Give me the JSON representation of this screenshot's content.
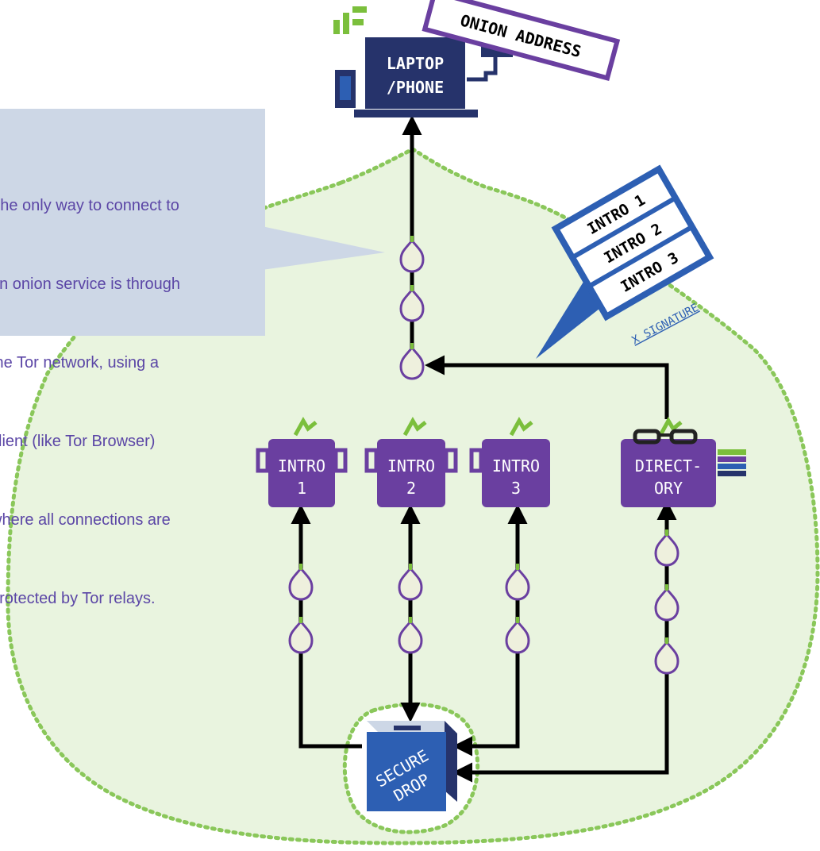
{
  "callout": {
    "lines": [
      "The only way to connect to",
      "an onion service is through",
      "the Tor network, using a",
      "client (like Tor Browser)",
      "where all connections are",
      "protected by Tor relays."
    ]
  },
  "laptop": {
    "line1": "LAPTOP",
    "line2": "/PHONE"
  },
  "onion_address": {
    "label": "ONION ADDRESS"
  },
  "descriptor_card": {
    "items": [
      "INTRO 1",
      "INTRO 2",
      "INTRO 3"
    ],
    "signature": "X SIGNATURE"
  },
  "nodes": {
    "intro1": {
      "line1": "INTRO",
      "line2": "1"
    },
    "intro2": {
      "line1": "INTRO",
      "line2": "2"
    },
    "intro3": {
      "line1": "INTRO",
      "line2": "3"
    },
    "directory": {
      "line1": "DIRECT-",
      "line2": "ORY"
    }
  },
  "securedrop": {
    "line1": "SECURE",
    "line2": "DROP"
  },
  "colors": {
    "navy": "#26336b",
    "purple": "#6a3fa0",
    "green": "#7bbf3c",
    "network_fill": "#e9f4df",
    "callout": "#cdd7e6",
    "blue": "#2d5fb3",
    "callout_text": "#5b46a6"
  }
}
